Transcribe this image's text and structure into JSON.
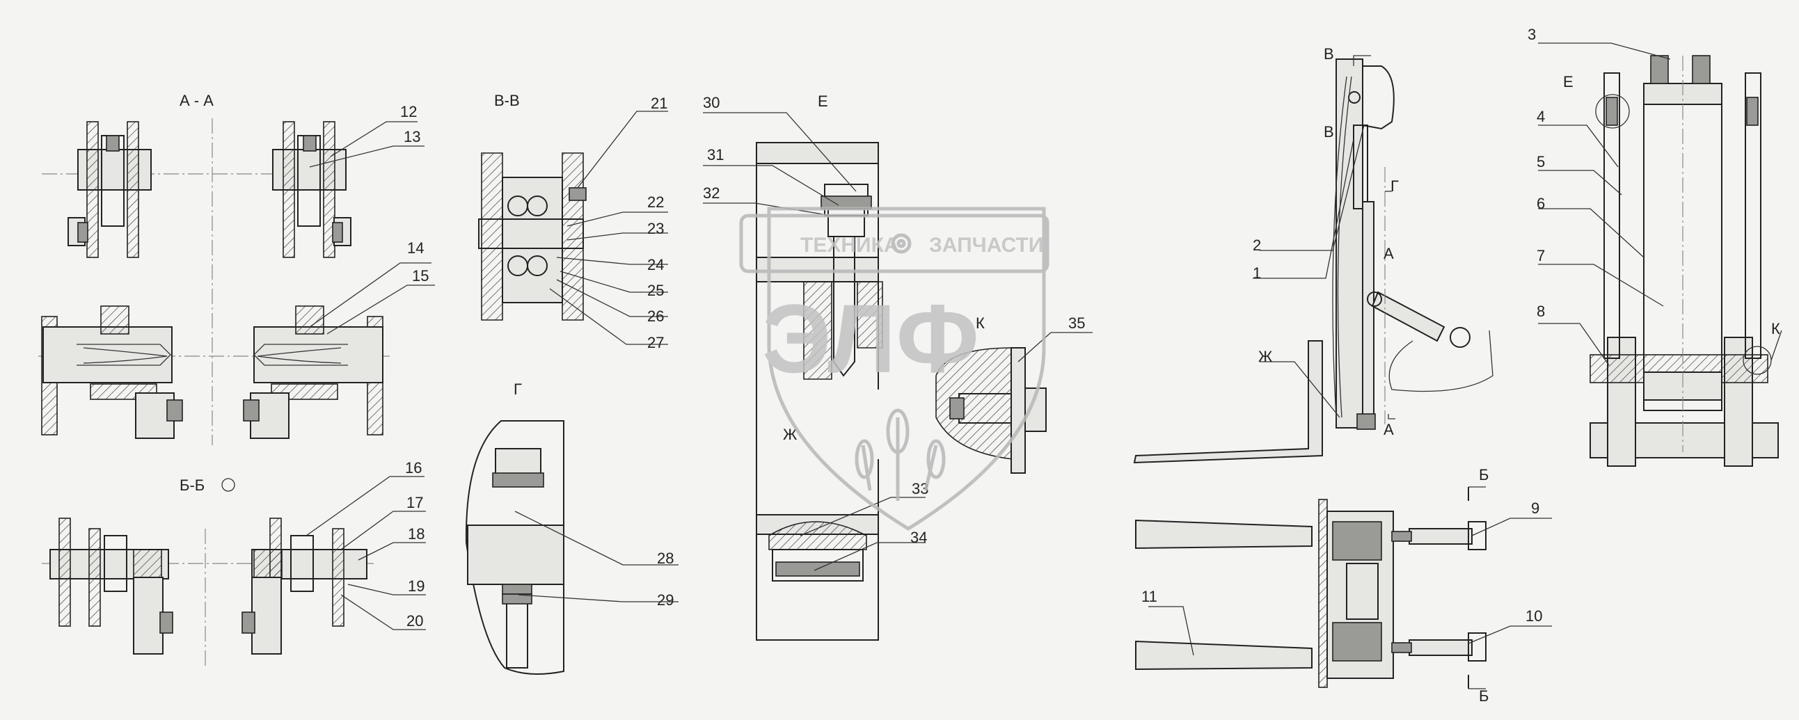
{
  "section_titles": {
    "aa": "А - А",
    "vv": "В-В",
    "e": "Е",
    "bb": "Б-Б",
    "g": "Г"
  },
  "callouts": [
    "1",
    "2",
    "3",
    "4",
    "5",
    "6",
    "7",
    "8",
    "9",
    "10",
    "11",
    "12",
    "13",
    "14",
    "15",
    "16",
    "17",
    "18",
    "19",
    "20",
    "21",
    "22",
    "23",
    "24",
    "25",
    "26",
    "27",
    "28",
    "29",
    "30",
    "31",
    "32",
    "33",
    "34",
    "35"
  ],
  "view_marks": {
    "v_top": "В",
    "v_mid": "В",
    "g": "Г",
    "a_top": "А",
    "a_bottom": "А",
    "zh_side": "Ж",
    "zh_detail": "Ж",
    "k_side": "К",
    "k_detail": "К",
    "e_front": "Е",
    "b_top": "Б",
    "b_bottom": "Б"
  },
  "watermark": {
    "brand_left": "ТЕХНИКА",
    "brand_right": "ЗАПЧАСТИ",
    "logo": "ЭЛФ",
    "emblem": "gear-icon"
  },
  "colors": {
    "line": "#222222",
    "paper": "#f4f4f2",
    "watermark": "#b8b8b8"
  }
}
